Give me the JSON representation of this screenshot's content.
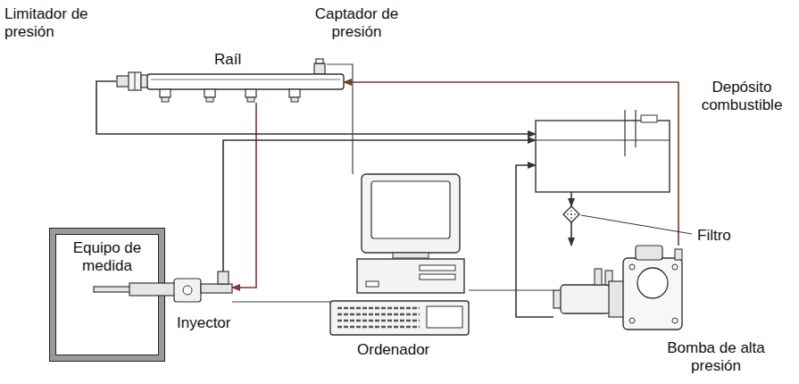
{
  "diagram": {
    "nodes": [
      {
        "text": [
          "Limitador de presión"
        ]
      },
      {
        "text": [
          "Captador de presión"
        ]
      },
      {
        "text": [
          "Raíl"
        ]
      },
      {
        "text": [
          "Depósito combustible"
        ]
      },
      {
        "text": [
          "Equipo de medida"
        ]
      },
      {
        "text": [
          "Filtro"
        ]
      },
      {
        "text": [
          "Inyector"
        ]
      },
      {
        "text": [
          "Ordenador"
        ]
      },
      {
        "text": [
          "Bomba de alta presión"
        ]
      }
    ],
    "edges": [
      {
        "from": 2,
        "to": 6,
        "arrow": "to"
      },
      {
        "from": 6,
        "to": 3,
        "arrow": "to"
      },
      {
        "from": 0,
        "to": 3,
        "arrow": "to"
      },
      {
        "from": 3,
        "to": 5,
        "arrow": "to"
      },
      {
        "from": 5,
        "to": 8,
        "arrow": "to"
      },
      {
        "from": 8,
        "to": 3,
        "arrow": "to"
      },
      {
        "from": 8,
        "to": 2,
        "arrow": "to"
      },
      {
        "from": 1,
        "to": 7,
        "arrow": "none"
      },
      {
        "from": 7,
        "to": 6,
        "arrow": "none"
      },
      {
        "from": 7,
        "to": 8,
        "arrow": "none"
      }
    ]
  }
}
